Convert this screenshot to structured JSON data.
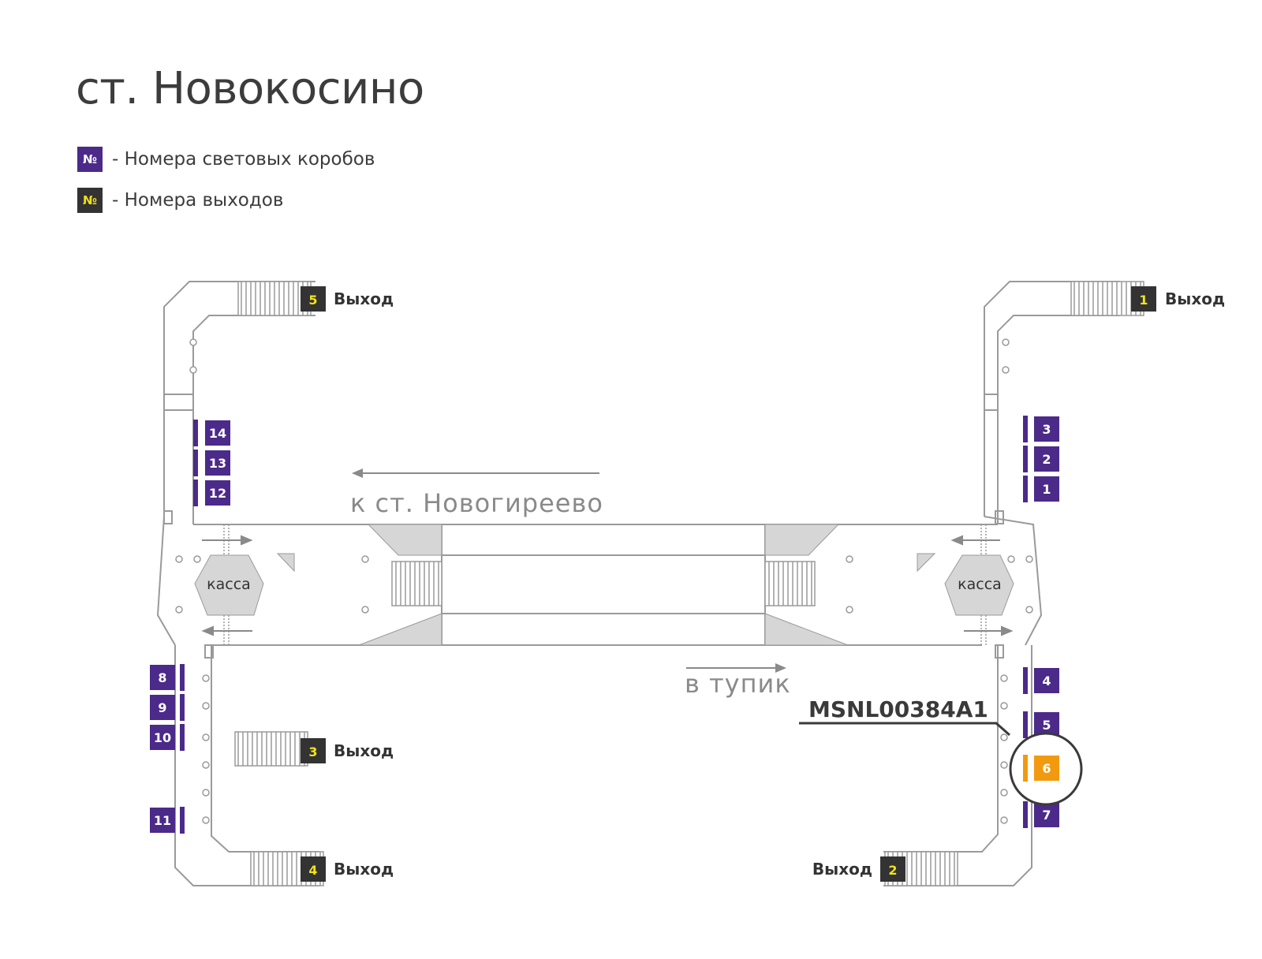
{
  "title": "ст. Новокосино",
  "legend": [
    {
      "symbol": "№",
      "text": "- Номера световых коробов",
      "bg": "#4b2a8a",
      "fg": "#ffffff"
    },
    {
      "symbol": "№",
      "text": "- Номера выходов",
      "bg": "#333333",
      "fg": "#f2e21c"
    }
  ],
  "colors": {
    "lightbox": "#4b2a8a",
    "exit": "#333333",
    "exit_num": "#f2e21c",
    "highlight": "#f29a0f",
    "wall": "#9a9a9a",
    "fill": "#d6d6d6"
  },
  "direction_labels": {
    "top": "к ст. Новогиреево",
    "bottom": "в тупик"
  },
  "ticket_offices": [
    "касса",
    "касса"
  ],
  "exit_label": "Выход",
  "exits": [
    "5",
    "1",
    "3",
    "4",
    "2"
  ],
  "lightboxes": [
    "14",
    "13",
    "12",
    "3",
    "2",
    "1",
    "8",
    "9",
    "10",
    "11",
    "4",
    "5",
    "6",
    "7"
  ],
  "highlight": {
    "code": "MSNL00384A1",
    "box": "6"
  }
}
